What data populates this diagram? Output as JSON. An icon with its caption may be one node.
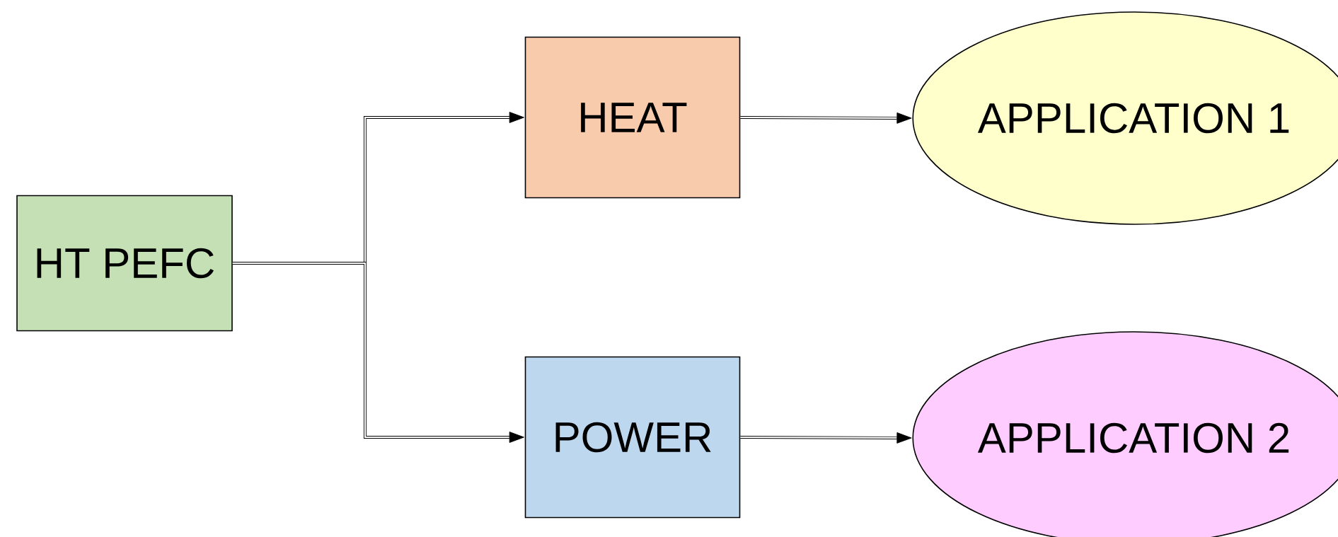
{
  "diagram": {
    "nodes": [
      {
        "text": [
          "HT PEFC"
        ]
      },
      {
        "text": [
          "HEAT"
        ]
      },
      {
        "text": [
          "POWER"
        ]
      },
      {
        "text": [
          "APPLICATION 1"
        ]
      },
      {
        "text": [
          "APPLICATION 2"
        ]
      }
    ],
    "edges": [
      {
        "from": 0,
        "to": 1,
        "arrow": "to"
      },
      {
        "from": 0,
        "to": 2,
        "arrow": "to"
      },
      {
        "from": 1,
        "to": 3,
        "arrow": "to"
      },
      {
        "from": 2,
        "to": 4,
        "arrow": "to"
      }
    ]
  }
}
